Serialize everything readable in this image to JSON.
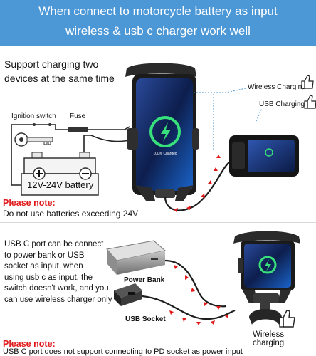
{
  "banner": {
    "line1": "When connect to motorcycle battery as input",
    "line2": "wireless & usb c charger work well"
  },
  "top": {
    "support_line1": "Support charging two",
    "support_line2": "devices at the same time",
    "ignition_label": "Ignition switch",
    "fuse_label": "Fuse",
    "battery_label": "12V-24V battery",
    "wireless_label": "Wireless Charging",
    "usb_label": "USB Charging",
    "phone_screen_text": "100% Charged",
    "note_title": "Please note:",
    "note_text": "Do not use batteries exceeding 24V"
  },
  "bottom": {
    "para": [
      "USB C port can be connect",
      "to power bank or USB",
      "socket as input. when",
      "using usb c as input, the",
      "switch doesn't work, and you",
      "can use wireless charger only"
    ],
    "power_bank_label": "Power Bank",
    "usb_socket_label": "USB Socket",
    "wireless_label": "Wireless charging",
    "note_title": "Please note:",
    "note_text": "USB C port does not support connecting to PD socket as power input"
  },
  "colors": {
    "banner": "#4c97d6",
    "accent_red": "#e0191b",
    "charge_green": "#37e07a"
  }
}
